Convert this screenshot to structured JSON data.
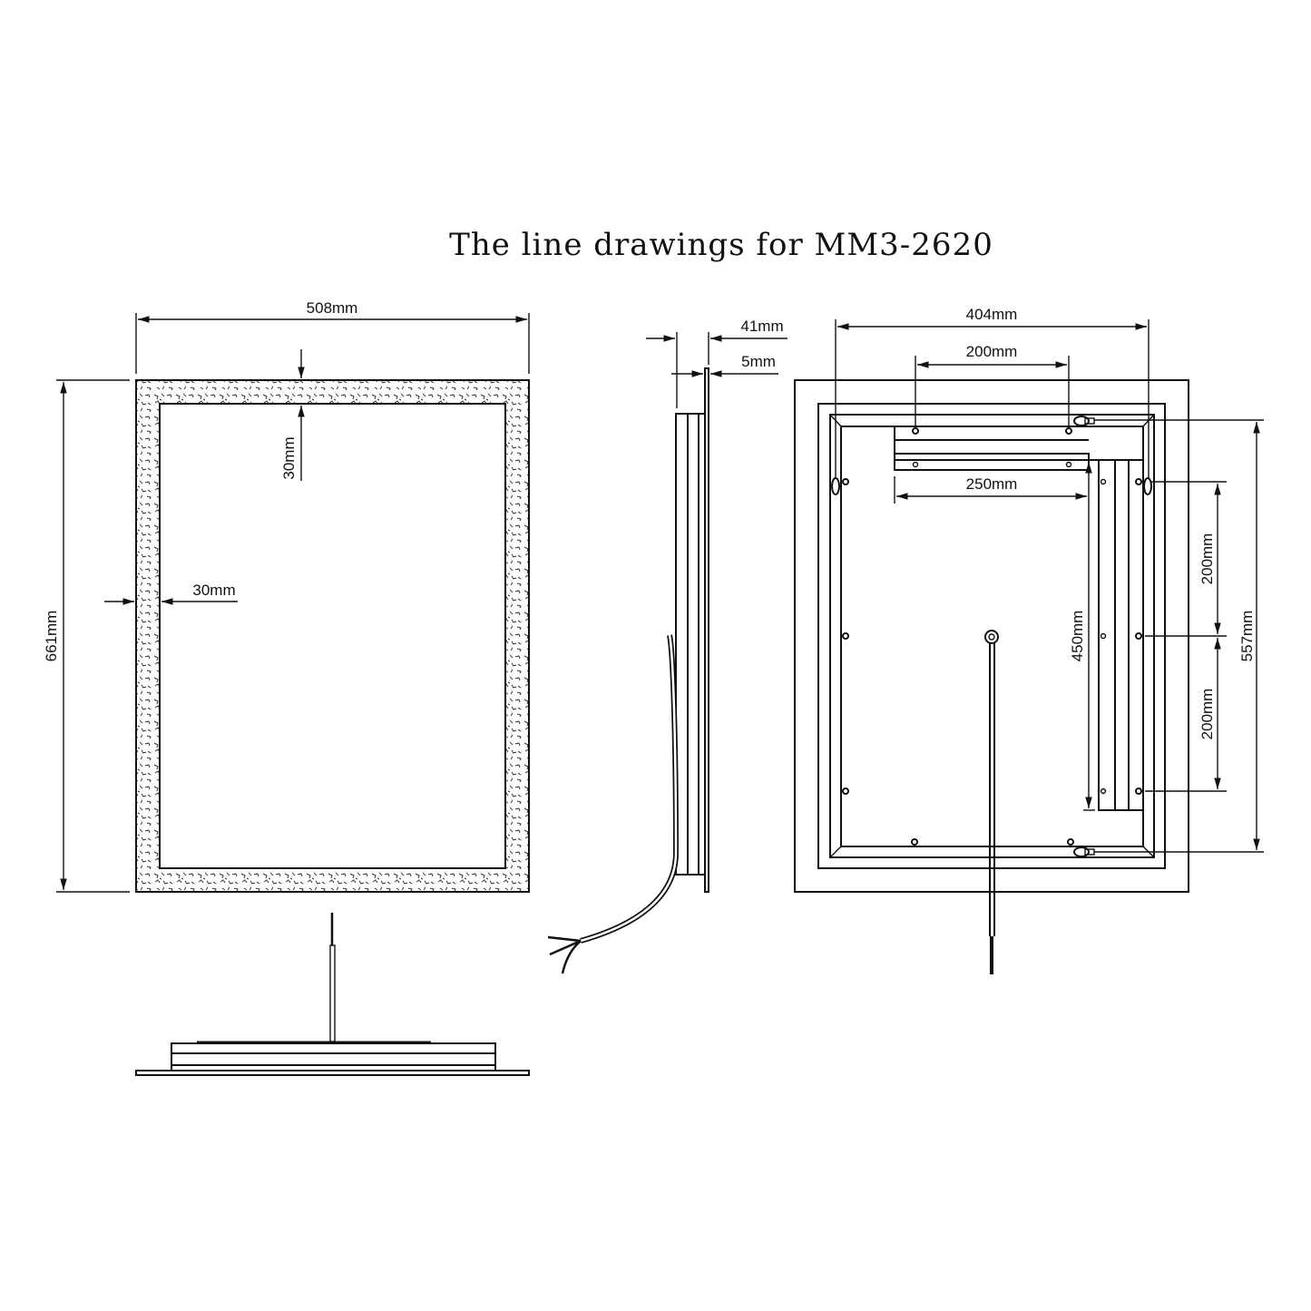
{
  "title": "The line drawings for MM3-2620",
  "front_view": {
    "width_label": "508mm",
    "height_label": "661mm",
    "top_border_label": "30mm",
    "side_border_label": "30mm"
  },
  "side_view": {
    "depth_label": "41mm",
    "glass_label": "5mm"
  },
  "back_view": {
    "bracket_span_label": "404mm",
    "top_holes_label": "200mm",
    "top_bar_label": "250mm",
    "side_bar_label": "450mm",
    "upper_hole_spacing_label": "200mm",
    "lower_hole_spacing_label": "200mm",
    "vertical_span_label": "557mm"
  },
  "colors": {
    "line": "#111111",
    "background": "#ffffff",
    "texture": "#555555"
  }
}
